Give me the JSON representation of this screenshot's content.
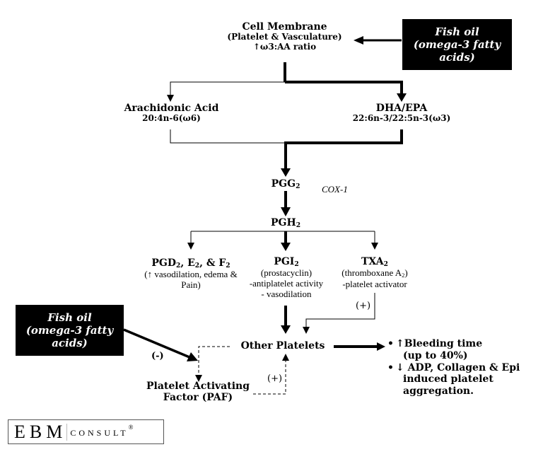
{
  "diagram": {
    "cell_membrane": {
      "title": "Cell Membrane",
      "subtitle": "(Platelet & Vasculature)",
      "note": "↑ω3:AA ratio"
    },
    "fish_oil_top": {
      "line1": "Fish oil",
      "line2": "(omega-3 fatty",
      "line3": "acids)"
    },
    "fish_oil_left": {
      "line1": "Fish oil",
      "line2": "(omega-3 fatty",
      "line3": "acids)"
    },
    "arachidonic_acid": {
      "title": "Arachidonic Acid",
      "formula": "20:4n-6(ω6)"
    },
    "dha_epa": {
      "title": "DHA/EPA",
      "formula": "22:6n-3/22:5n-3(ω3)"
    },
    "pgg2": {
      "base": "PGG",
      "sub": "2"
    },
    "cox1": "COX-1",
    "pgh2": {
      "base": "PGH",
      "sub": "2"
    },
    "pgd": {
      "title_parts": [
        "PGD",
        "2",
        ", E",
        "2",
        ", & F",
        "2"
      ],
      "desc1": "(↑ vasodilation, edema &",
      "desc2": "Pain)"
    },
    "pgi2": {
      "base": "PGI",
      "sub": "2",
      "desc1": "(prostacyclin)",
      "desc2": "-antiplatelet activity",
      "desc3": "- vasodilation"
    },
    "txa2": {
      "base": "TXA",
      "sub": "2",
      "desc1_base": "(thromboxane A",
      "desc1_sub": "2",
      "desc1_end": ")",
      "desc2": "-platelet activator"
    },
    "plus_txa": "(+)",
    "other_platelets": "Other Platelets",
    "minus_sign": "(-)",
    "plus_paf": "(+)",
    "paf": {
      "line1": "Platelet Activating",
      "line2": "Factor (PAF)"
    },
    "effects": [
      {
        "bullet": "•",
        "line1": "↑Bleeding time",
        "line2": "(up to 40%)"
      },
      {
        "bullet": "•",
        "line1": "↓ ADP, Collagen & Epi",
        "line2": "induced platelet",
        "line3": "aggregation."
      }
    ]
  },
  "logo": {
    "ebm": "EBM",
    "consult": "CONSULT",
    "registered": "®"
  }
}
